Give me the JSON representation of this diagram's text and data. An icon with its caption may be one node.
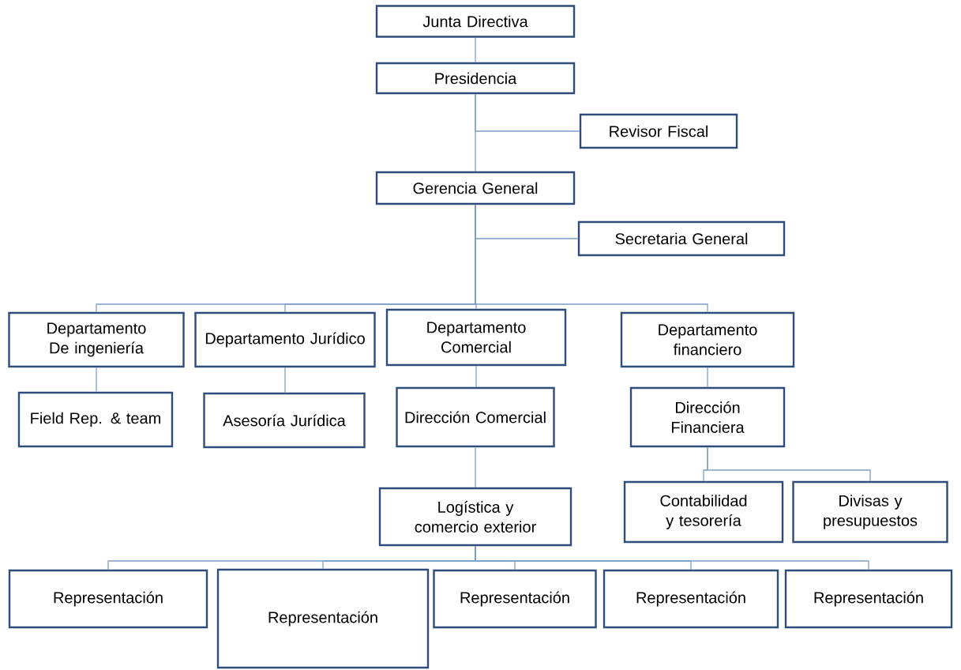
{
  "diagram": {
    "nodes": [
      {
        "text": [
          "Junta Directiva"
        ]
      },
      {
        "text": [
          "Presidencia"
        ]
      },
      {
        "text": [
          "Revisor Fiscal"
        ]
      },
      {
        "text": [
          "Gerencia General"
        ]
      },
      {
        "text": [
          "Secretaria General"
        ]
      },
      {
        "text": [
          "Departamento De ingeniería"
        ]
      },
      {
        "text": [
          "Departamento Jurídico"
        ]
      },
      {
        "text": [
          "Departamento Comercial"
        ]
      },
      {
        "text": [
          "Departamento financiero"
        ]
      },
      {
        "text": [
          "Field Rep. & team"
        ]
      },
      {
        "text": [
          "Asesoría Jurídica"
        ]
      },
      {
        "text": [
          "Dirección Comercial"
        ]
      },
      {
        "text": [
          "Dirección Financiera"
        ]
      },
      {
        "text": [
          "Logística y comercio exterior"
        ]
      },
      {
        "text": [
          "Contabilidad y tesorería"
        ]
      },
      {
        "text": [
          "Divisas y presupuestos"
        ]
      },
      {
        "text": [
          "Representación"
        ]
      },
      {
        "text": [
          "Representación"
        ]
      },
      {
        "text": [
          "Representación"
        ]
      },
      {
        "text": [
          "Representación"
        ]
      },
      {
        "text": [
          "Representación"
        ]
      }
    ],
    "edges": [
      {
        "from": 0,
        "to": 1,
        "arrow": "none"
      },
      {
        "from": 1,
        "to": 2,
        "arrow": "none"
      },
      {
        "from": 1,
        "to": 3,
        "arrow": "none"
      },
      {
        "from": 3,
        "to": 4,
        "arrow": "none"
      },
      {
        "from": 3,
        "to": 5,
        "arrow": "none"
      },
      {
        "from": 3,
        "to": 6,
        "arrow": "none"
      },
      {
        "from": 3,
        "to": 7,
        "arrow": "none"
      },
      {
        "from": 3,
        "to": 8,
        "arrow": "none"
      },
      {
        "from": 5,
        "to": 9,
        "arrow": "none"
      },
      {
        "from": 6,
        "to": 10,
        "arrow": "none"
      },
      {
        "from": 7,
        "to": 11,
        "arrow": "none"
      },
      {
        "from": 11,
        "to": 13,
        "arrow": "none"
      },
      {
        "from": 8,
        "to": 12,
        "arrow": "none"
      },
      {
        "from": 12,
        "to": 14,
        "arrow": "none"
      },
      {
        "from": 12,
        "to": 15,
        "arrow": "none"
      },
      {
        "from": 13,
        "to": 16,
        "arrow": "none"
      },
      {
        "from": 13,
        "to": 17,
        "arrow": "none"
      },
      {
        "from": 13,
        "to": 18,
        "arrow": "none"
      },
      {
        "from": 13,
        "to": 19,
        "arrow": "none"
      },
      {
        "from": 13,
        "to": 20,
        "arrow": "none"
      }
    ]
  }
}
